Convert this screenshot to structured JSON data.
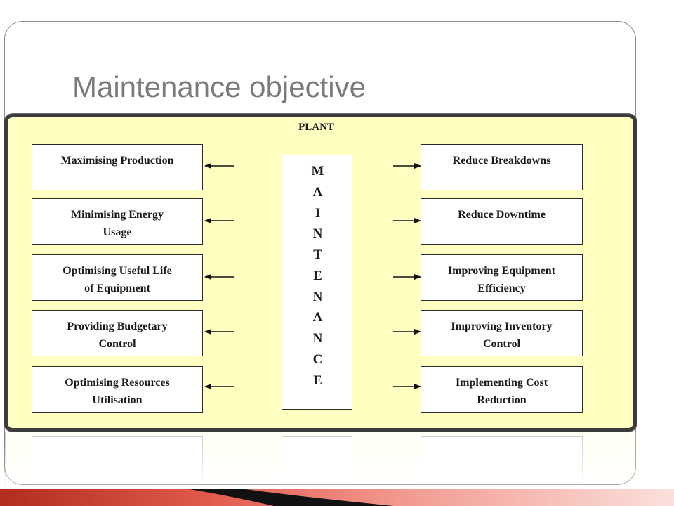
{
  "slide": {
    "title": "Maintenance objective"
  },
  "diagram": {
    "plant_label": "PLANT",
    "center_letters": [
      "M",
      "A",
      "I",
      "N",
      "T",
      "E",
      "N",
      "A",
      "N",
      "C",
      "E"
    ],
    "left_boxes": [
      {
        "lines": [
          "Maximising Production"
        ]
      },
      {
        "lines": [
          "Minimising Energy",
          "Usage"
        ]
      },
      {
        "lines": [
          "Optimising Useful Life",
          "of Equipment"
        ]
      },
      {
        "lines": [
          "Providing Budgetary",
          "Control"
        ]
      },
      {
        "lines": [
          "Optimising Resources",
          "Utilisation"
        ]
      }
    ],
    "right_boxes": [
      {
        "lines": [
          "Reduce Breakdowns"
        ]
      },
      {
        "lines": [
          "Reduce Downtime"
        ]
      },
      {
        "lines": [
          "Improving Equipment",
          "Efficiency"
        ]
      },
      {
        "lines": [
          "Improving Inventory",
          "Control"
        ]
      },
      {
        "lines": [
          "Implementing Cost",
          "Reduction"
        ]
      }
    ]
  },
  "colors": {
    "plant_fill": "#ffffc2",
    "plant_border": "#3c3c3c",
    "title_color": "#7a7a7a",
    "bar_red": "#c0392b"
  }
}
